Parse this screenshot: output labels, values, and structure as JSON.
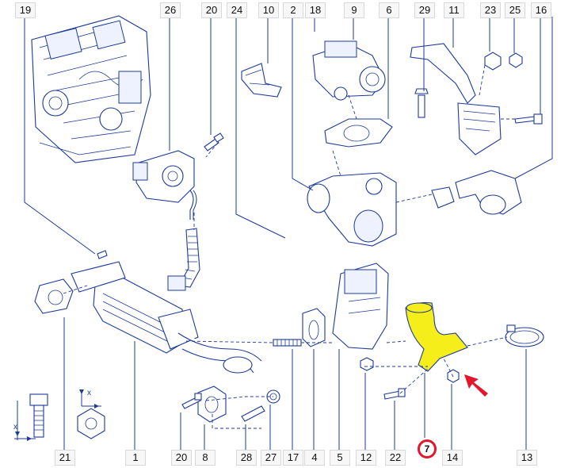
{
  "colors": {
    "line": "#1c3a9a",
    "highlight_part": "#f6ee1a",
    "highlight_ring": "#e3162b",
    "arrow": "#e3162b"
  },
  "callouts_top": [
    "19",
    "26",
    "20",
    "24",
    "10",
    "2",
    "18",
    "9",
    "6",
    "29",
    "11",
    "23",
    "25",
    "16"
  ],
  "callouts_bottom": [
    "21",
    "1",
    "20",
    "8",
    "28",
    "27",
    "17",
    "4",
    "5",
    "12",
    "22",
    "7",
    "14",
    "13"
  ],
  "highlighted_callout": "7",
  "detail_symbols": {
    "bolt_dimension_mark": "x",
    "nut_dimension_mark": "x"
  }
}
